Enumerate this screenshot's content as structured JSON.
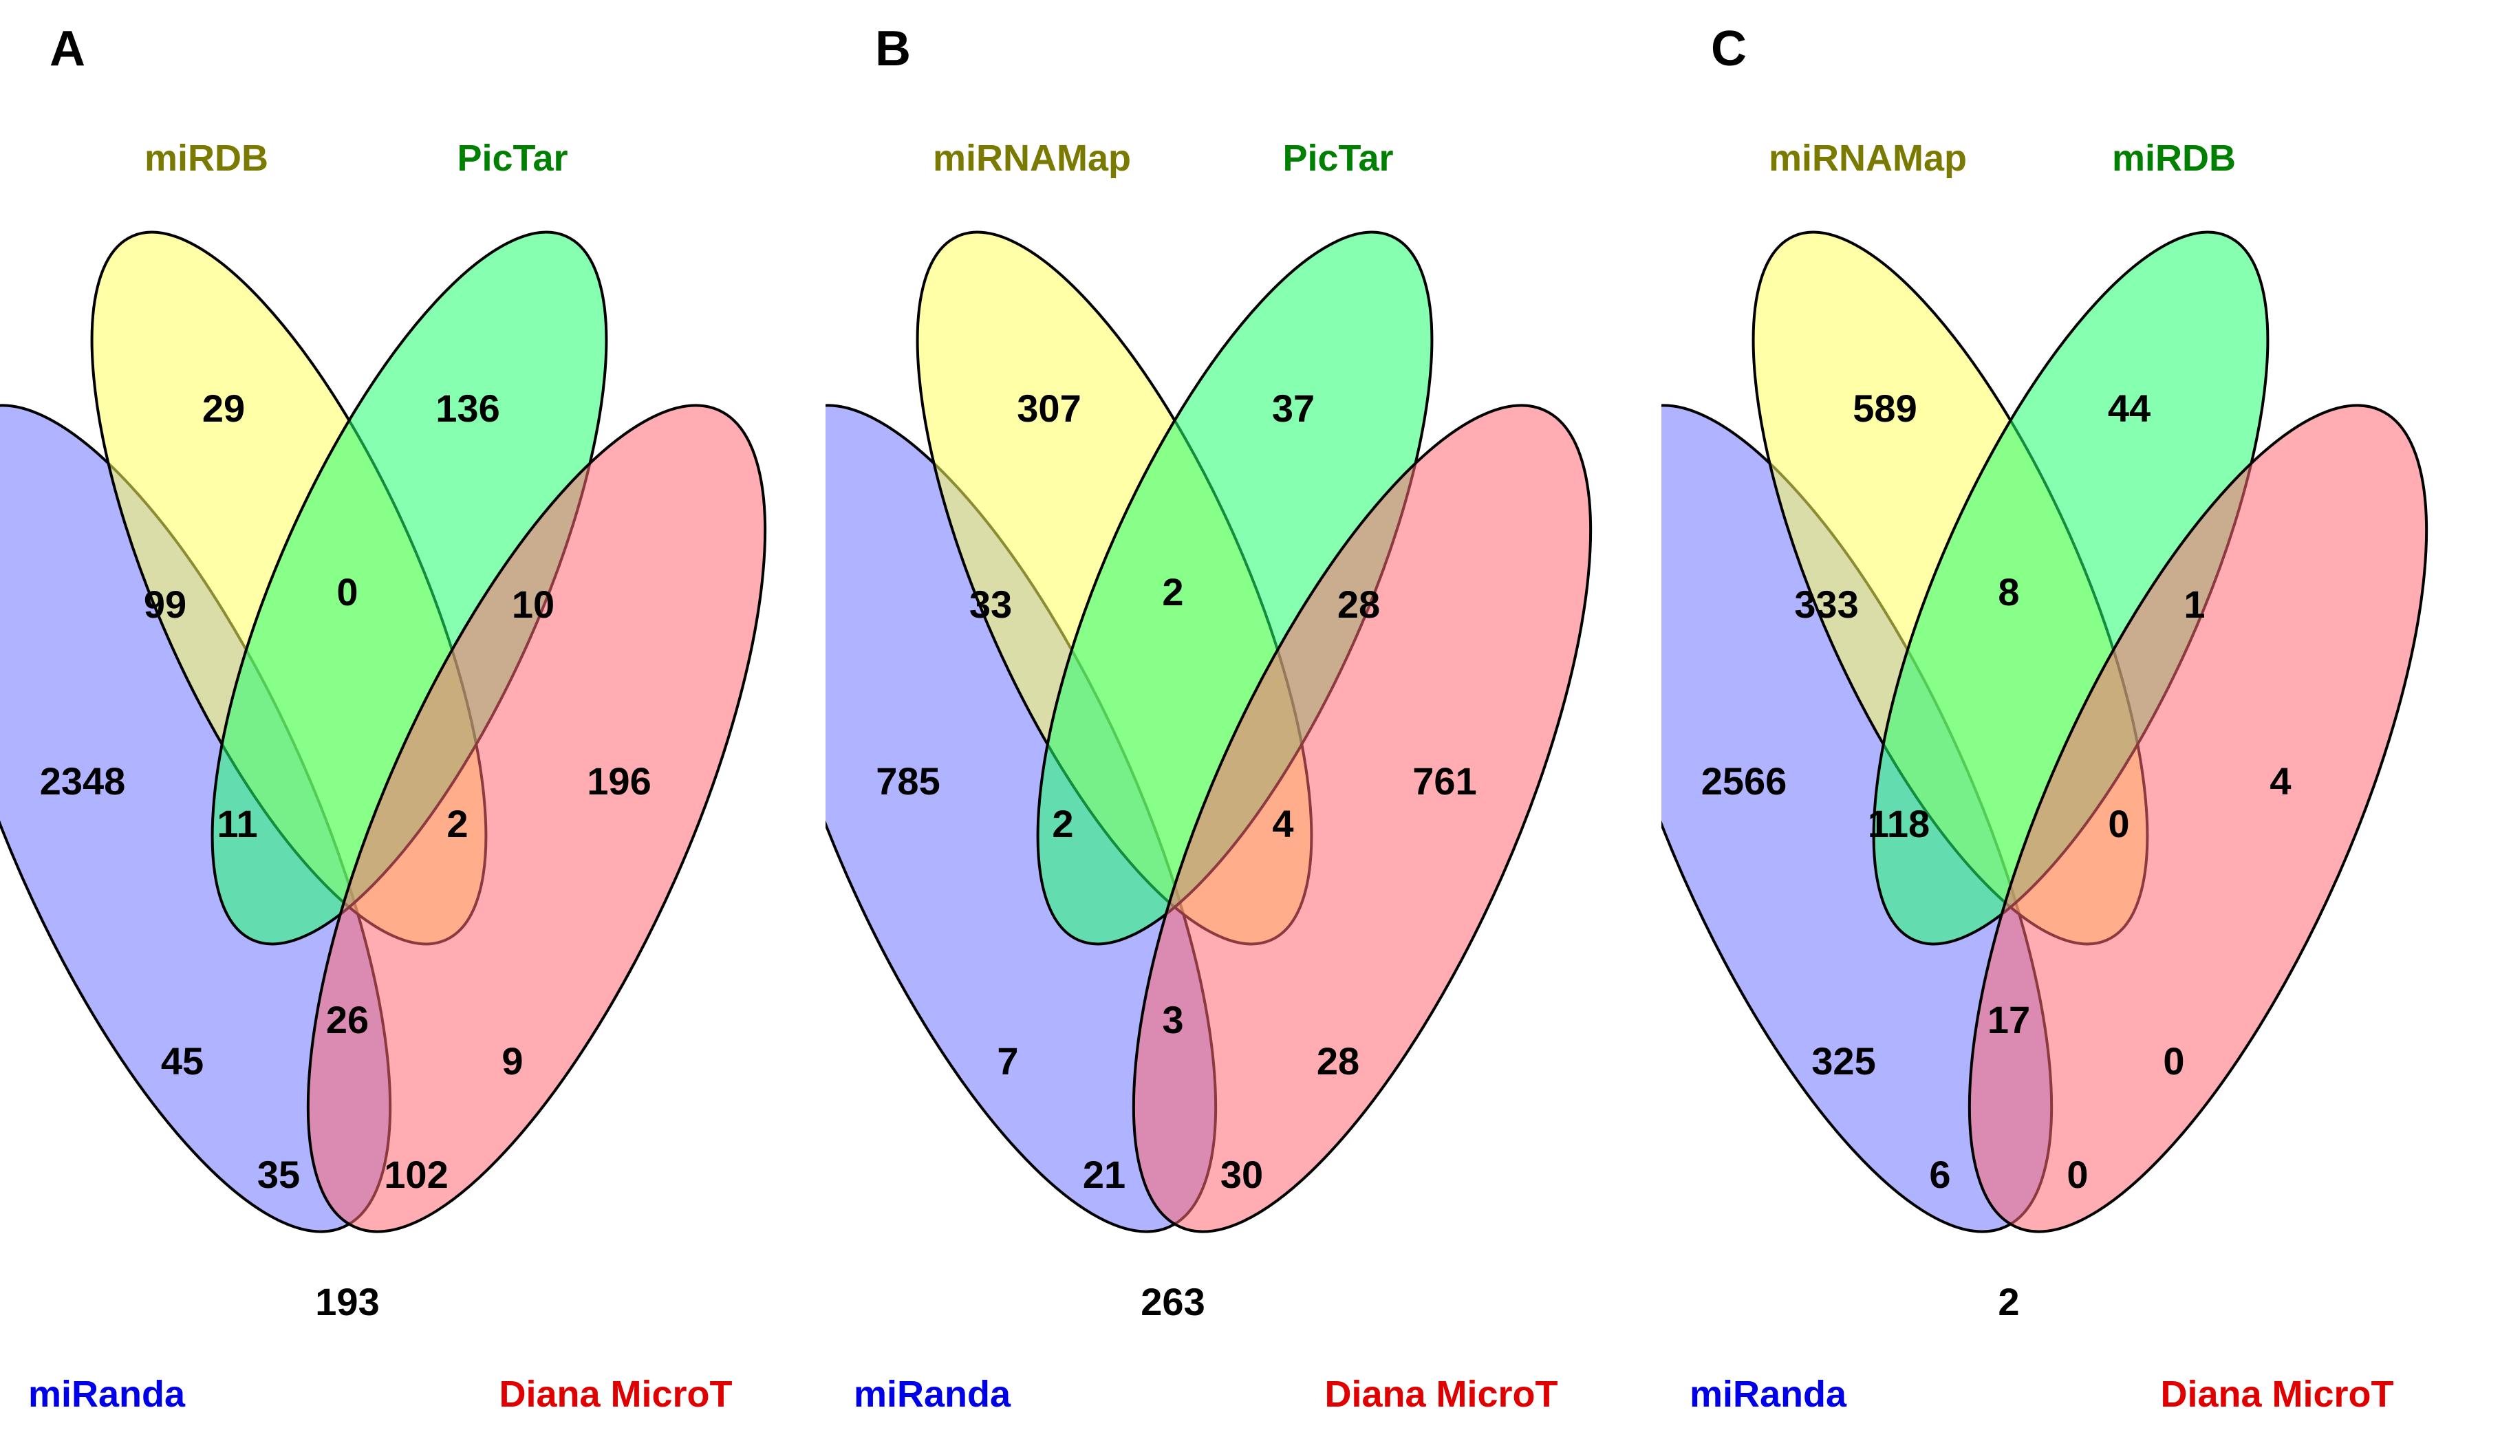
{
  "colors": {
    "set1_label": "#0000e8",
    "set2_label": "#7a7a00",
    "set3_label": "#008000",
    "set4_label": "#e00000",
    "set1_fill": "#6f74ff",
    "set2_fill": "#ffff60",
    "set3_fill": "#24ff70",
    "set4_fill": "#ff6a72"
  },
  "panels": [
    {
      "letter": "A",
      "labels": {
        "set1": "miRanda",
        "set2": "miRDB",
        "set3": "PicTar",
        "set4": "Diana MicroT"
      },
      "regions": {
        "only2": "29",
        "only3": "136",
        "r1_2": "99",
        "r2_3": "0",
        "r3_4": "10",
        "only1": "2348",
        "r1_2_3": "11",
        "r2_3_4": "2",
        "only4": "196",
        "r1_2_3_4": "26",
        "r1_3": "45",
        "r2_4": "9",
        "r1_3_4": "35",
        "r1_2_4": "102",
        "r1_4": "193"
      }
    },
    {
      "letter": "B",
      "labels": {
        "set1": "miRanda",
        "set2": "miRNAMap",
        "set3": "PicTar",
        "set4": "Diana MicroT"
      },
      "regions": {
        "only2": "307",
        "only3": "37",
        "r1_2": "33",
        "r2_3": "2",
        "r3_4": "28",
        "only1": "785",
        "r1_2_3": "2",
        "r2_3_4": "4",
        "only4": "761",
        "r1_2_3_4": "3",
        "r1_3": "7",
        "r2_4": "28",
        "r1_3_4": "21",
        "r1_2_4": "30",
        "r1_4": "263"
      }
    },
    {
      "letter": "C",
      "labels": {
        "set1": "miRanda",
        "set2": "miRNAMap",
        "set3": "miRDB",
        "set4": "Diana MicroT"
      },
      "regions": {
        "only2": "589",
        "only3": "44",
        "r1_2": "333",
        "r2_3": "8",
        "r3_4": "1",
        "only1": "2566",
        "r1_2_3": "118",
        "r2_3_4": "0",
        "only4": "4",
        "r1_2_3_4": "17",
        "r1_3": "325",
        "r2_4": "0",
        "r1_3_4": "6",
        "r1_2_4": "0",
        "r1_4": "2"
      }
    }
  ]
}
